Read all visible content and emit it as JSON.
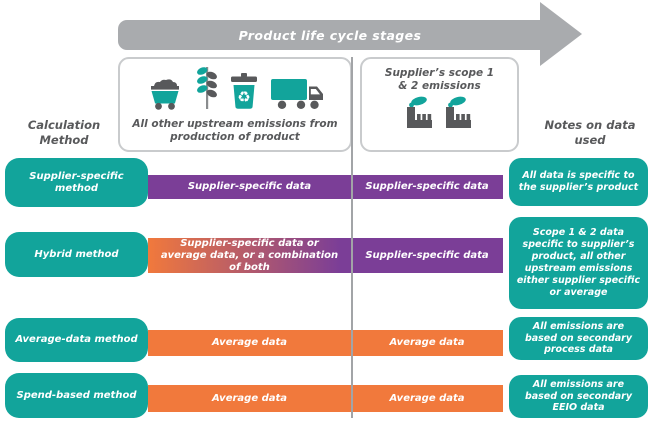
{
  "palette": {
    "teal": "#12A49B",
    "purple": "#7B3E97",
    "orange": "#F1793C",
    "arrow_gray": "#A9ABAE",
    "text_gray": "#58595B"
  },
  "arrow": {
    "label": "Product life cycle stages"
  },
  "stage_columns": {
    "upstream": {
      "caption": "All other upstream emissions from production of product",
      "icons": [
        "mine-cart-icon",
        "plant-icon",
        "recycle-bin-icon",
        "truck-icon"
      ]
    },
    "scope12": {
      "caption": "Supplier’s scope 1 & 2 emissions",
      "icons": [
        "factory-icon",
        "factory-icon"
      ]
    }
  },
  "headers": {
    "left": "Calculation Method",
    "right": "Notes on data used"
  },
  "rows": [
    {
      "method": "Supplier-specific method",
      "col1": "Supplier-specific data",
      "col2": "Supplier-specific data",
      "col1_style": "purple",
      "col2_style": "purple",
      "note": "All data is specific to the supplier’s product"
    },
    {
      "method": "Hybrid method",
      "col1": "Supplier-specific data or average data, or a combination of both",
      "col2": "Supplier-specific data",
      "col1_style": "gradient-orange-to-purple",
      "col2_style": "purple",
      "note": "Scope 1 & 2 data specific to supplier’s product, all other upstream emissions either supplier specific or average"
    },
    {
      "method": "Average-data method",
      "col1": "Average data",
      "col2": "Average data",
      "col1_style": "orange",
      "col2_style": "orange",
      "note": "All emissions are based on secondary process data"
    },
    {
      "method": "Spend-based method",
      "col1": "Average data",
      "col2": "Average data",
      "col1_style": "orange",
      "col2_style": "orange",
      "note": "All emissions are based on secondary EEIO data"
    }
  ]
}
